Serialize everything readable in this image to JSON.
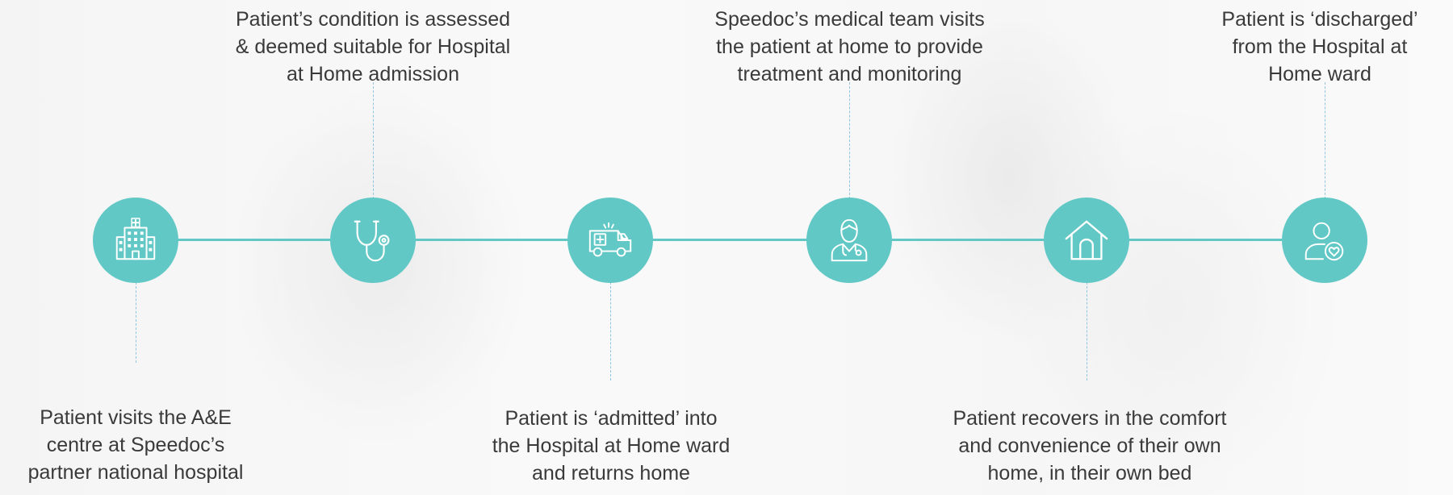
{
  "steps": [
    {
      "id": "ae-visit",
      "icon": "hospital-building-icon",
      "lines": [
        "Patient visits the A&E",
        "centre at Speedoc’s",
        "partner national hospital"
      ]
    },
    {
      "id": "assessment",
      "icon": "stethoscope-icon",
      "lines": [
        "Patient’s condition is assessed",
        "& deemed suitable for Hospital",
        "at Home admission"
      ]
    },
    {
      "id": "admission",
      "icon": "ambulance-icon",
      "lines": [
        "Patient is ‘admitted’ into",
        "the Hospital at Home ward",
        "and returns home"
      ]
    },
    {
      "id": "home-visit",
      "icon": "doctor-icon",
      "lines": [
        "Speedoc’s medical team visits",
        "the patient at home to provide",
        "treatment and monitoring"
      ]
    },
    {
      "id": "recovery",
      "icon": "house-icon",
      "lines": [
        "Patient recovers in the comfort",
        "and convenience of their own",
        "home, in their own bed"
      ]
    },
    {
      "id": "discharge",
      "icon": "patient-heart-icon",
      "lines": [
        "Patient is ‘discharged’",
        "from the Hospital at",
        "Home ward"
      ]
    }
  ],
  "colors": {
    "accent": "#62c8c6",
    "connector": "#8fc4e2",
    "text": "#3a3a3a"
  }
}
